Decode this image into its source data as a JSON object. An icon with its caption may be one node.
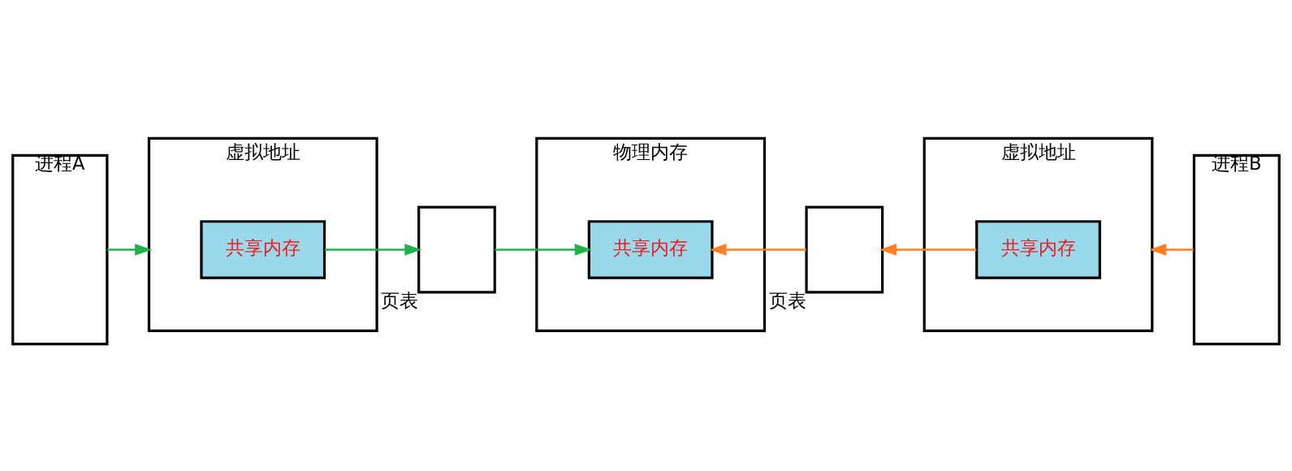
{
  "diagram": {
    "nodes": [
      {
        "text": [
          "进程A"
        ]
      },
      {
        "text": [
          "虚拟地址"
        ]
      },
      {
        "text": [
          "共享内存"
        ],
        "in": 1
      },
      {
        "text": [
          "页表"
        ]
      },
      {
        "text": [
          "物理内存"
        ]
      },
      {
        "text": [
          "共享内存"
        ],
        "in": 4
      },
      {
        "text": [
          "页表"
        ]
      },
      {
        "text": [
          "虚拟地址"
        ]
      },
      {
        "text": [
          "共享内存"
        ],
        "in": 7
      },
      {
        "text": [
          "进程B"
        ]
      }
    ],
    "edges": [
      {
        "from": 0,
        "to": 1,
        "arrow": "to",
        "color": "#22b14c"
      },
      {
        "from": 2,
        "to": 3,
        "arrow": "to",
        "color": "#22b14c"
      },
      {
        "from": 3,
        "to": 5,
        "arrow": "to",
        "color": "#22b14c"
      },
      {
        "from": 9,
        "to": 7,
        "arrow": "to",
        "color": "#ff7f27"
      },
      {
        "from": 8,
        "to": 6,
        "arrow": "to",
        "color": "#ff7f27"
      },
      {
        "from": 6,
        "to": 5,
        "arrow": "to",
        "color": "#ff7f27"
      }
    ]
  }
}
